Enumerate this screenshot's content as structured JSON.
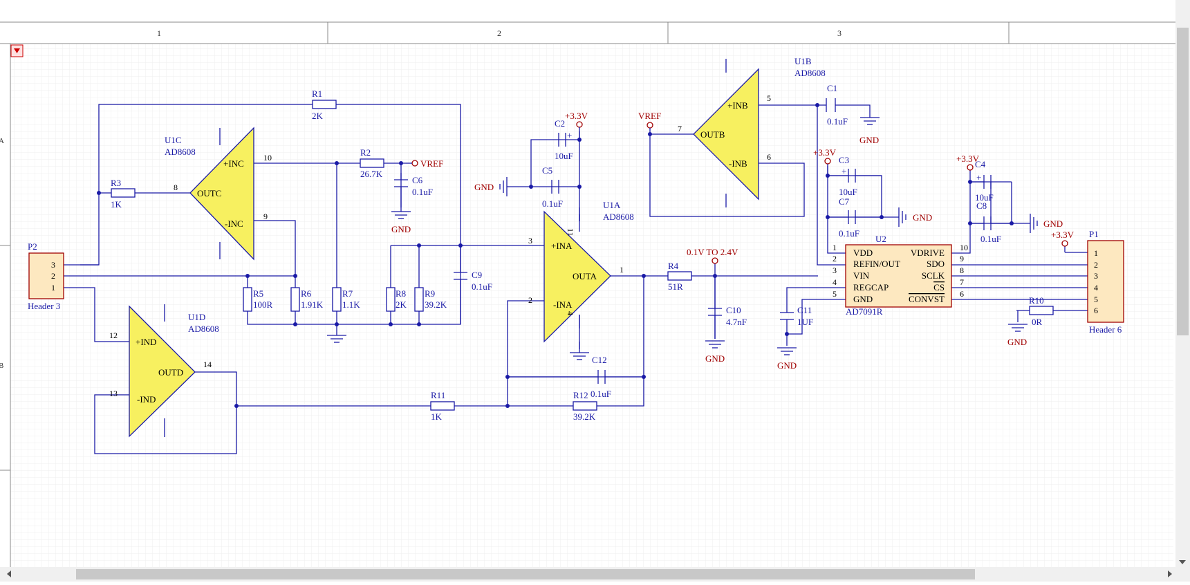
{
  "ruler": {
    "columns": [
      "1",
      "2",
      "3"
    ],
    "rows": [
      "A",
      "B"
    ]
  },
  "opamps": [
    {
      "ref": "U1C",
      "part": "AD8608",
      "out": "OUTC",
      "plus": "+INC",
      "minus": "-INC",
      "pin_plus": "10",
      "pin_minus": "9",
      "pin_out": "8"
    },
    {
      "ref": "U1D",
      "part": "AD8608",
      "out": "OUTD",
      "plus": "+IND",
      "minus": "-IND",
      "pin_plus": "12",
      "pin_minus": "13",
      "pin_out": "14"
    },
    {
      "ref": "U1A",
      "part": "AD8608",
      "out": "OUTA",
      "plus": "+INA",
      "minus": "-INA",
      "pin_plus": "3",
      "pin_minus": "2",
      "pin_out": "1",
      "pin_v": "11",
      "pin_g": "4"
    },
    {
      "ref": "U1B",
      "part": "AD8608",
      "out": "OUTB",
      "plus": "+INB",
      "minus": "-INB",
      "pin_plus": "5",
      "pin_minus": "6",
      "pin_out": "7"
    }
  ],
  "resistors": [
    {
      "ref": "R1",
      "val": "2K"
    },
    {
      "ref": "R2",
      "val": "26.7K"
    },
    {
      "ref": "R3",
      "val": "1K"
    },
    {
      "ref": "R4",
      "val": "51R"
    },
    {
      "ref": "R5",
      "val": "100R"
    },
    {
      "ref": "R6",
      "val": "1.91K"
    },
    {
      "ref": "R7",
      "val": "1.1K"
    },
    {
      "ref": "R8",
      "val": "2K"
    },
    {
      "ref": "R9",
      "val": "39.2K"
    },
    {
      "ref": "R10",
      "val": "0R"
    },
    {
      "ref": "R11",
      "val": "1K"
    },
    {
      "ref": "R12",
      "val": "39.2K"
    }
  ],
  "capacitors": [
    {
      "ref": "C1",
      "val": "0.1uF"
    },
    {
      "ref": "C2",
      "val": "10uF"
    },
    {
      "ref": "C3",
      "val": "10uF"
    },
    {
      "ref": "C4",
      "val": "10uF"
    },
    {
      "ref": "C5",
      "val": "0.1uF"
    },
    {
      "ref": "C6",
      "val": "0.1uF"
    },
    {
      "ref": "C7",
      "val": "0.1uF"
    },
    {
      "ref": "C8",
      "val": "0.1uF"
    },
    {
      "ref": "C9",
      "val": "0.1uF"
    },
    {
      "ref": "C10",
      "val": "4.7nF"
    },
    {
      "ref": "C11",
      "val": "1UF"
    },
    {
      "ref": "C12",
      "val": "0.1uF"
    }
  ],
  "headers": {
    "p2": {
      "ref": "P2",
      "name": "Header 3",
      "pins": [
        "3",
        "2",
        "1"
      ]
    },
    "p1": {
      "ref": "P1",
      "name": "Header 6",
      "pins": [
        "1",
        "2",
        "3",
        "4",
        "5",
        "6"
      ]
    }
  },
  "adc": {
    "ref": "U2",
    "part": "AD7091R",
    "left": [
      "VDD",
      "REFIN/OUT",
      "VIN",
      "REGCAP",
      "GND"
    ],
    "left_pins": [
      "1",
      "2",
      "3",
      "4",
      "5"
    ],
    "right": [
      "VDRIVE",
      "SDO",
      "SCLK",
      "CS",
      "CONVST"
    ],
    "right_pins": [
      "10",
      "9",
      "8",
      "7",
      "6"
    ]
  },
  "nets": {
    "vref": "VREF",
    "gnd": "GND",
    "v33": "+3.3V",
    "range": "0.1V TO 2.4V",
    "plus": "+"
  },
  "colors": {
    "wire": "#1a1aa6",
    "power": "#a00000",
    "opamp_fill": "#f7f060",
    "header_fill": "#fde8c0",
    "grid": "#eeeeee"
  }
}
